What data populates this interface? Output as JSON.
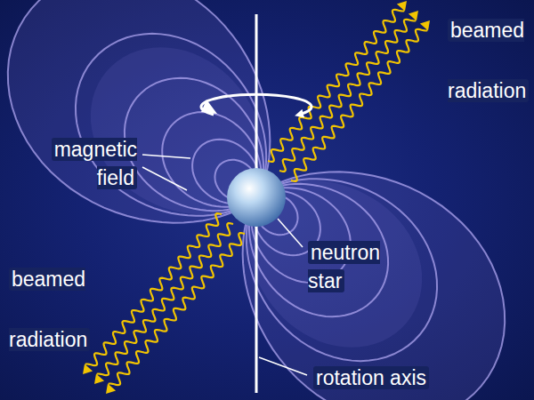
{
  "diagram": {
    "labels": [
      "beamed radiation",
      "magnetic field",
      "neutron star",
      "beamed radiation",
      "rotation axis"
    ]
  }
}
